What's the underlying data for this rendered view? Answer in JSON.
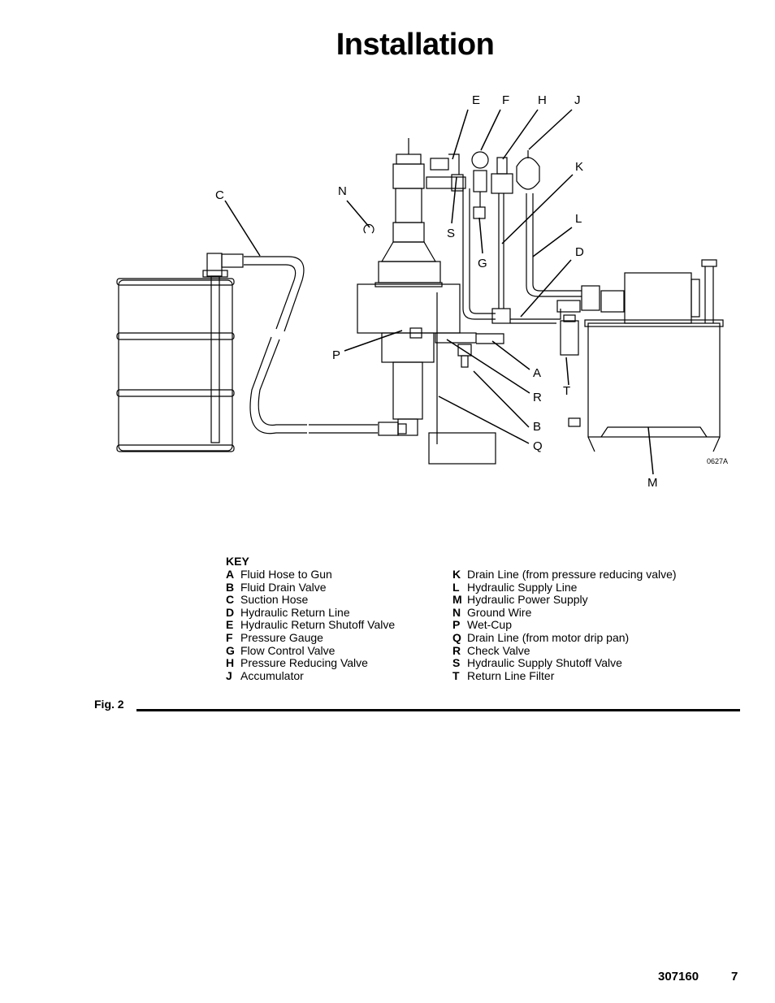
{
  "page": {
    "title": "Installation",
    "figure_label": "Fig. 2",
    "document_number": "307160",
    "page_number": "7"
  },
  "figure": {
    "drawing_code": "0627A",
    "callouts": [
      "A",
      "B",
      "C",
      "D",
      "E",
      "F",
      "G",
      "H",
      "J",
      "K",
      "L",
      "M",
      "N",
      "P",
      "Q",
      "R",
      "S",
      "T"
    ]
  },
  "key": {
    "title": "KEY",
    "left": [
      {
        "letter": "A",
        "text": "Fluid Hose to Gun"
      },
      {
        "letter": "B",
        "text": "Fluid Drain Valve"
      },
      {
        "letter": "C",
        "text": "Suction Hose"
      },
      {
        "letter": "D",
        "text": "Hydraulic Return Line"
      },
      {
        "letter": "E",
        "text": "Hydraulic Return Shutoff Valve"
      },
      {
        "letter": "F",
        "text": "Pressure Gauge"
      },
      {
        "letter": "G",
        "text": "Flow Control Valve"
      },
      {
        "letter": "H",
        "text": "Pressure Reducing Valve"
      },
      {
        "letter": "J",
        "text": "Accumulator"
      }
    ],
    "right": [
      {
        "letter": "K",
        "text": "Drain Line (from pressure reducing valve)"
      },
      {
        "letter": "L",
        "text": "Hydraulic Supply Line"
      },
      {
        "letter": "M",
        "text": "Hydraulic Power Supply"
      },
      {
        "letter": "N",
        "text": "Ground Wire"
      },
      {
        "letter": "P",
        "text": "Wet-Cup"
      },
      {
        "letter": "Q",
        "text": "Drain Line (from motor drip pan)"
      },
      {
        "letter": "R",
        "text": "Check Valve"
      },
      {
        "letter": "S",
        "text": "Hydraulic Supply Shutoff Valve"
      },
      {
        "letter": "T",
        "text": "Return Line Filter"
      }
    ]
  }
}
